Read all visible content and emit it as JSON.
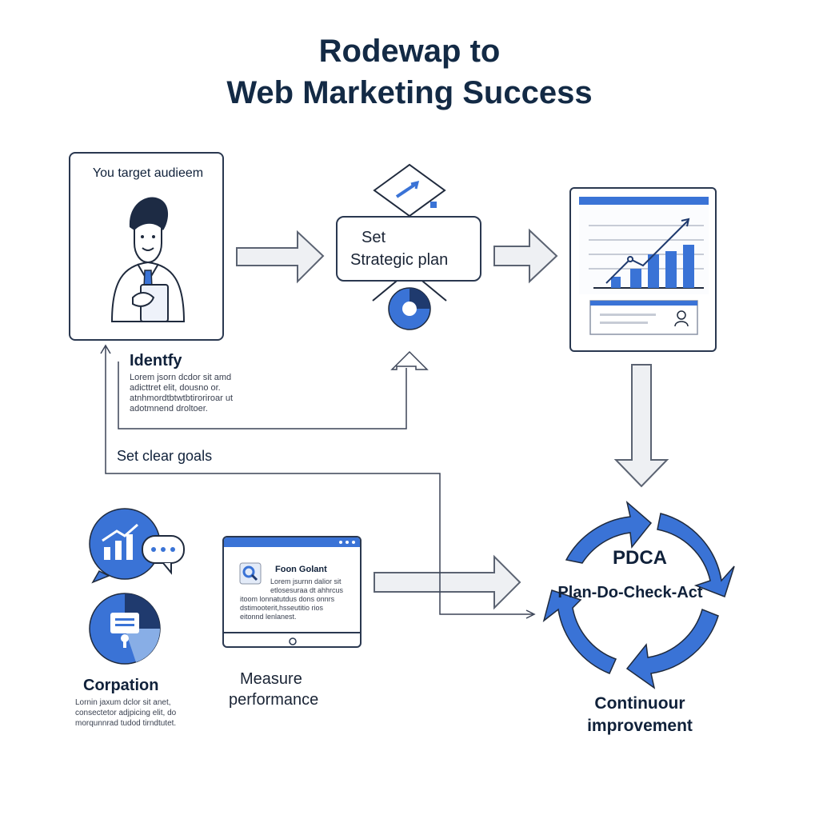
{
  "title": {
    "line1": "Rodewap to",
    "line2": "Web Marketing Success"
  },
  "audience": {
    "box_label": "You target audieem"
  },
  "identify": {
    "heading": "Identfy",
    "lines": [
      "Lorem jsorn dcdor sit amd",
      "adicttret elit, dousno or.",
      "atnhmordtbtwtbtiroriroar ut",
      "adotmnend droltoer."
    ]
  },
  "strategy": {
    "line1": "Set",
    "line2": "Strategic plan"
  },
  "goals": {
    "label": "Set clear goals"
  },
  "corporation": {
    "heading": "Corpation",
    "lines": [
      "Lornin jaxum dclor sit anet,",
      "consectetor adjpicing elit, do",
      "morqunnrad tudod tirndtutet."
    ]
  },
  "measure": {
    "card_title": "Foon Golant",
    "card_lines": [
      "Lorem jsurnn dalior sit",
      "etlosesuraa dt ahhrcus",
      "itoom lonnatutdus dons onnrs",
      "dstimooterit,hsseutitio rios",
      "eitonnd lenlanest."
    ],
    "label_line1": "Measure",
    "label_line2": "performance"
  },
  "pdca": {
    "title": "PDCA",
    "subtitle": "Plan-Do-Check-Act",
    "caption_line1": "Continuour",
    "caption_line2": "improvement"
  },
  "colors": {
    "accent": "#3a73d6",
    "dark": "#1f2a3d",
    "arrow_fill": "#eef0f3",
    "arrow_stroke": "#5b6372"
  }
}
